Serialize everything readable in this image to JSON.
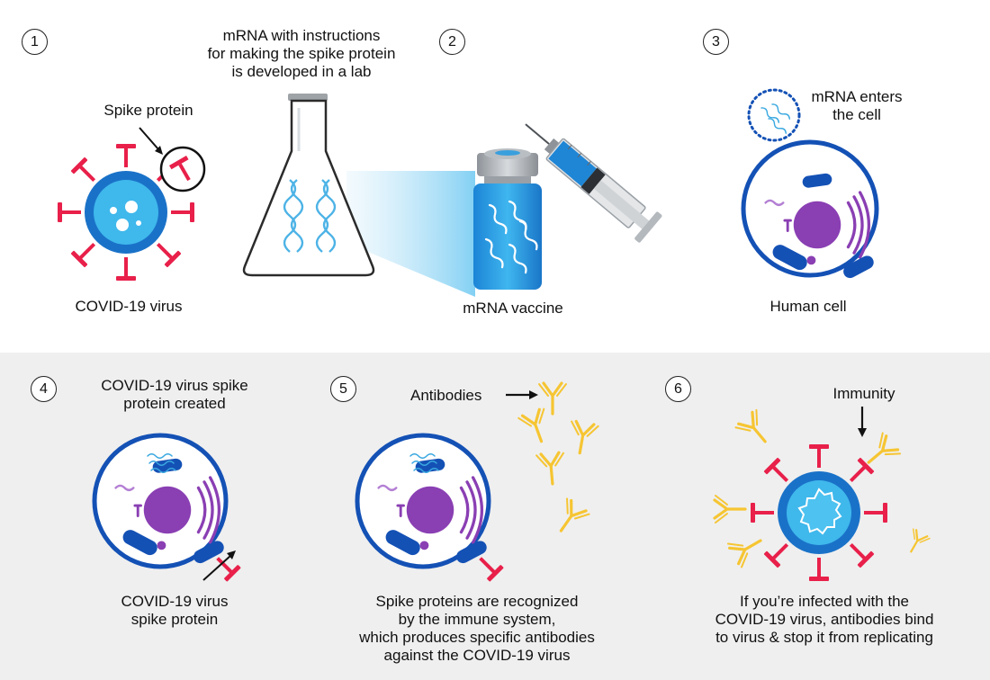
{
  "colors": {
    "virus_blue": "#1a72c8",
    "virus_light": "#3fb8ec",
    "spike_red": "#e8204a",
    "nucleus_purple": "#8a3fb3",
    "antibody_yellow": "#f6c532",
    "cell_outline": "#1451b5",
    "lower_bg": "#efefef"
  },
  "steps": [
    {
      "number": "1",
      "caption": "COVID-19 virus",
      "callout": "Spike protein"
    },
    {
      "number": "2",
      "title_lines": [
        "mRNA with instructions",
        "for making the spike protein",
        "is developed in a lab"
      ],
      "caption": "mRNA vaccine"
    },
    {
      "number": "3",
      "callout_lines": [
        "mRNA enters",
        "the cell"
      ],
      "caption": "Human cell"
    },
    {
      "number": "4",
      "title_lines": [
        "COVID-19 virus spike",
        "protein created"
      ],
      "caption_lines": [
        "COVID-19 virus",
        "spike protein"
      ]
    },
    {
      "number": "5",
      "callout": "Antibodies",
      "caption_lines": [
        "Spike proteins are recognized",
        "by the immune system,",
        "which produces specific antibodies",
        "against the COVID-19 virus"
      ]
    },
    {
      "number": "6",
      "callout": "Immunity",
      "caption_lines": [
        "If you’re infected with the",
        "COVID-19 virus, antibodies bind",
        "to virus & stop it from replicating"
      ]
    }
  ]
}
